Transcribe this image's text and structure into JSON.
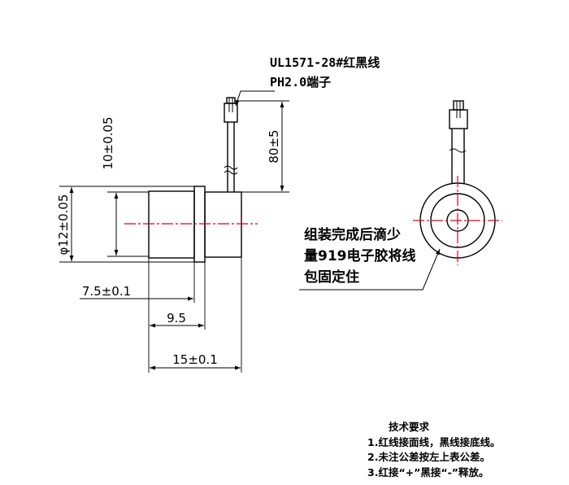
{
  "callouts": {
    "wire_spec": "UL1571-28#红黑线",
    "terminal_spec": "PH2.0端子",
    "glue_note_line1": "组装完成后滴少",
    "glue_note_line2": "量919电子胶将线",
    "glue_note_line3": "包固定住"
  },
  "dimensions": {
    "outer_diameter": "φ12±0.05",
    "inner_diameter": "10±0.05",
    "lead_length": "80±5",
    "length_7_5": "7.5±0.1",
    "length_9_5": "9.5",
    "length_15": "15±0.1"
  },
  "tech_requirements": {
    "title": "技术要求",
    "items": [
      "1.红线接面线，黑线接底线。",
      "2.未注公差按左上表公差。",
      "3.红接“+”黑接“-”释放。"
    ]
  },
  "colors": {
    "line": "#000000",
    "centerline": "#e0001a"
  }
}
